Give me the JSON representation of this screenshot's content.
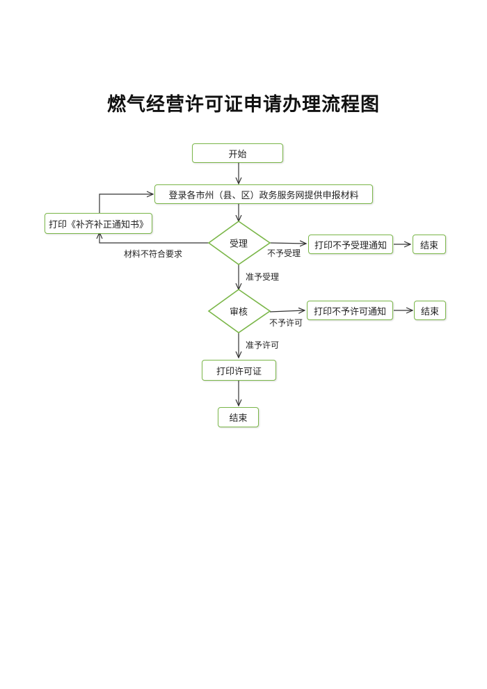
{
  "title": "燃气经营许可证申请办理流程图",
  "nodes": {
    "start": "开始",
    "submit": "登录各市州（县、区）政务服务网提供申报材料",
    "print_correction": "打印《补齐补正通知书》",
    "accept": "受理",
    "print_reject_accept": "打印不予受理通知",
    "end_1": "结束",
    "review": "审核",
    "print_reject_permit": "打印不予许可通知",
    "end_2": "结束",
    "print_license": "打印许可证",
    "end_3": "结束"
  },
  "edge_labels": {
    "materials_incomplete": "材料不符合要求",
    "not_accepted": "不予受理",
    "accepted": "准予受理",
    "not_permitted": "不予许可",
    "permitted": "准予许可"
  },
  "colors": {
    "node_border": "#7ab648",
    "line": "#333333"
  }
}
